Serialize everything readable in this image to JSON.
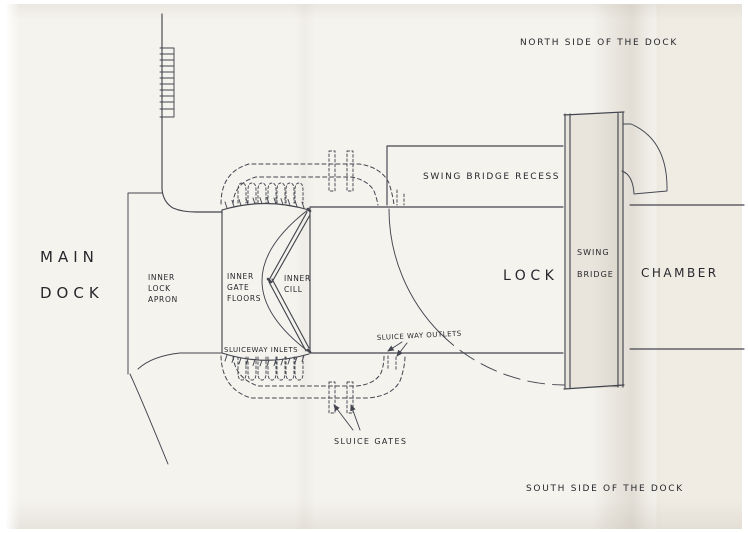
{
  "labels": {
    "north_side": "NORTH SIDE OF THE DOCK",
    "south_side": "SOUTH SIDE OF THE DOCK",
    "main_dock": {
      "line1": "MAIN",
      "line2": "DOCK"
    },
    "inner_lock_apron": {
      "line1": "INNER",
      "line2": "LOCK",
      "line3": "APRON"
    },
    "inner_gate_floors": {
      "line1": "INNER",
      "line2": "GATE",
      "line3": "FLOORS"
    },
    "inner_cill": {
      "line1": "INNER",
      "line2": "CILL"
    },
    "sluiceway_inlets": "SLUICEWAY INLETS",
    "sluice_way_outlets": "SLUICE WAY OUTLETS",
    "sluice_gates": "SLUICE GATES",
    "swing_bridge_recess": "SWING BRIDGE RECESS",
    "swing_bridge": {
      "line1": "SWING",
      "line2": "BRIDGE"
    },
    "lock": "LOCK",
    "chamber": "CHAMBER"
  },
  "colors": {
    "ink": "#43464f",
    "label": "#27272c",
    "paper": "#f5f3ee"
  }
}
